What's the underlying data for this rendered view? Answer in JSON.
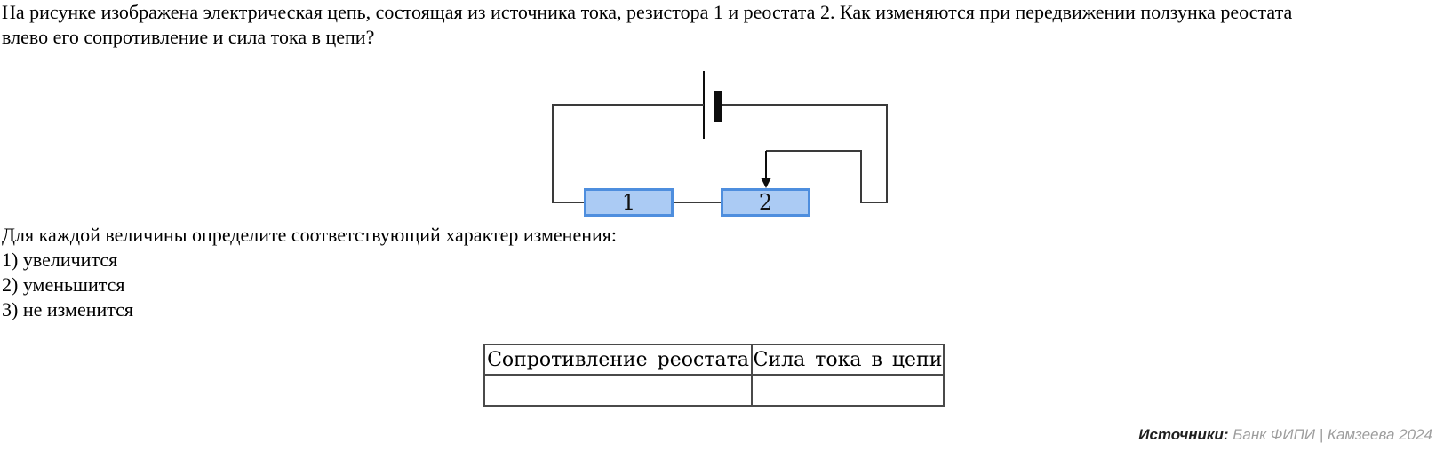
{
  "question": {
    "line1": "На рисунке изображена электрическая цепь, состоящая из источника тока, резистора 1 и реостата 2. Как изменяются при передвижении ползунка реостата",
    "line2": "влево его сопротивление и сила тока в цепи?"
  },
  "circuit": {
    "resistor_label": "1",
    "rheostat_label": "2",
    "box_fill": "#abcbf4",
    "box_border": "#4e8ede",
    "wire_color": "#3a3a3a"
  },
  "instructions": {
    "intro": "Для каждой величины определите соответствующий характер изменения:",
    "options": [
      "1) увеличится",
      "2) уменьшится",
      "3) не изменится"
    ]
  },
  "table": {
    "headers": [
      "Сопротивление реостата",
      "Сила тока в цепи"
    ],
    "rows": [
      [
        "",
        ""
      ]
    ]
  },
  "footer": {
    "label": "Источники:",
    "sources": "Банк ФИПИ | Камзеева 2024",
    "label_color": "#1f1f1f",
    "text_color": "#9e9e9e"
  }
}
